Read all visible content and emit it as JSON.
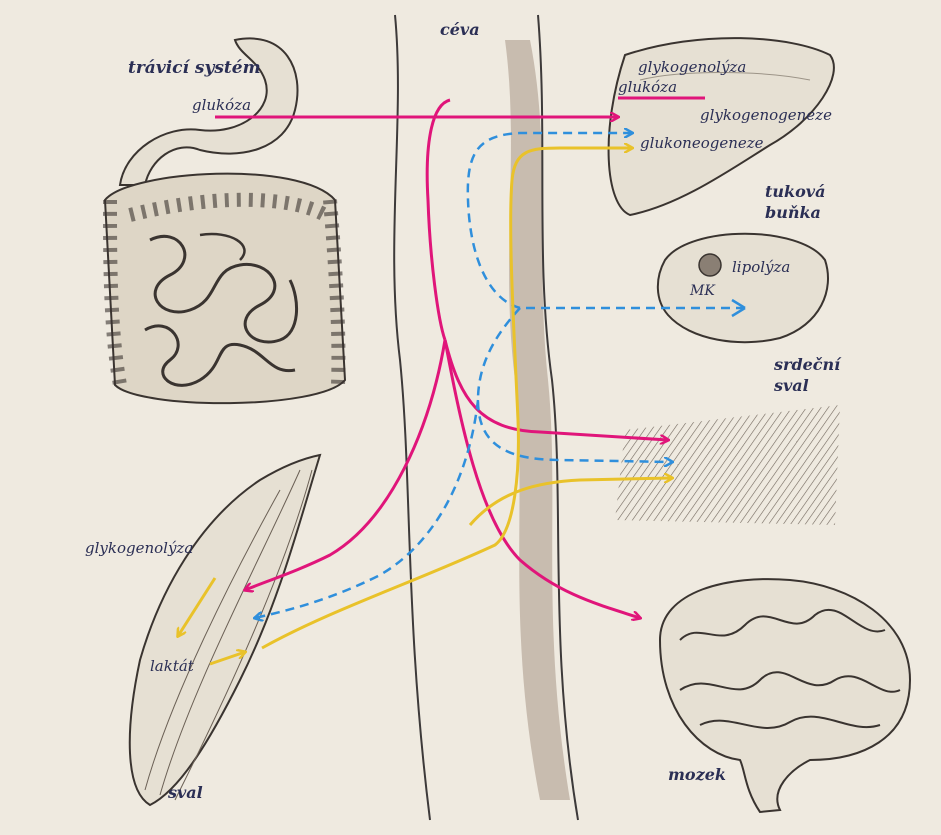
{
  "labels": {
    "digestive_title": "trávicí systém",
    "glucose_source": "glukóza",
    "vessel": "céva",
    "liver_glycogenolysis": "glykogenolýza",
    "liver_glucose": "glukóza",
    "liver_glycogenogenesis": "glykogenogeneze",
    "liver_gluconeogenesis": "glukoneogeneze",
    "fat_cell_line1": "tuková",
    "fat_cell_line2": "buňka",
    "lipolysis": "lipolýza",
    "fatty_acids": "MK",
    "heart_line1": "srdeční",
    "heart_line2": "sval",
    "muscle_glycogenolysis": "glykogenolýza",
    "lactate": "laktát",
    "muscle": "sval",
    "brain": "mozek"
  },
  "colors": {
    "glucose_arrow": "#e0157a",
    "fatty_acid_arrow": "#2f8fdc",
    "lactate_arrow": "#e9c22a",
    "text": "#2b2f55",
    "organ_fill": "#e6e0d3",
    "organ_stroke": "#3a3430",
    "vessel_wall": "#3d3a3a",
    "background": "#efeae0"
  },
  "icons": {
    "digestive": "intestines-icon",
    "liver": "liver-icon",
    "fat_cell": "fat-cell-icon",
    "heart_muscle": "heart-muscle-icon",
    "skeletal_muscle": "skeletal-muscle-icon",
    "brain": "brain-icon"
  }
}
